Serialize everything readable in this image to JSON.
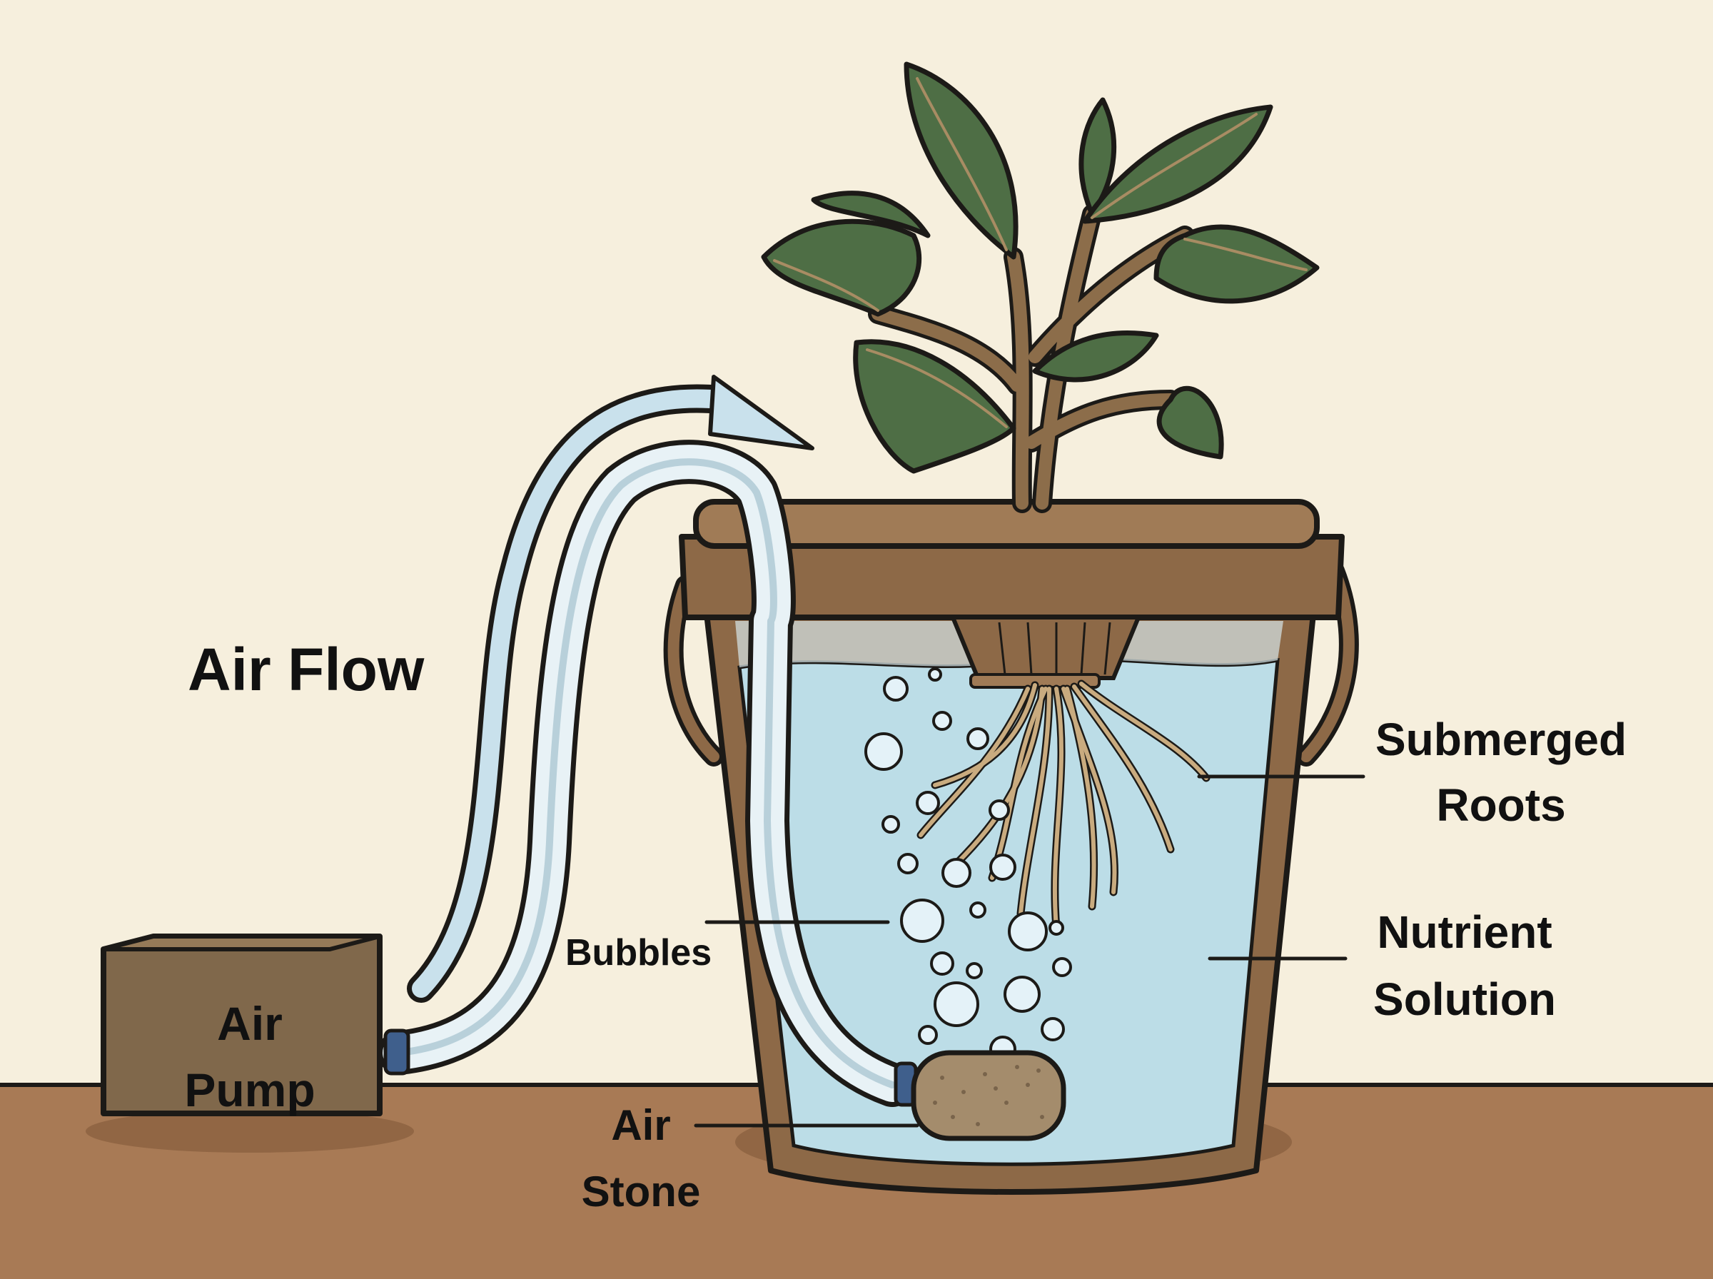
{
  "colors": {
    "background": "#f6efdd",
    "ground": "#a87a55",
    "outline": "#1c1a17",
    "bucket": "#8d6947",
    "bucket_light": "#a07b56",
    "water": "#bcdde7",
    "tube": "#e8f2f6",
    "tube_edge": "#7fa6b8",
    "arrow": "#c9e1ec",
    "leaf": "#4e6e45",
    "leaf_vein": "#a88c63",
    "stem": "#8c6d4a",
    "root": "#c9ab7f",
    "pump": "#80684b",
    "connector": "#3f5f8c",
    "stone": "#a48c6c",
    "bubble": "#e4f2f8"
  },
  "labels": {
    "air_flow": "Air Flow",
    "air_pump_line1": "Air",
    "air_pump_line2": "Pump",
    "bubbles": "Bubbles",
    "air_stone_line1": "Air",
    "air_stone_line2": "Stone",
    "submerged_roots_line1": "Submerged",
    "submerged_roots_line2": "Roots",
    "nutrient_solution_line1": "Nutrient",
    "nutrient_solution_line2": "Solution"
  },
  "icons": {
    "plant": "plant-icon",
    "bucket": "bucket-icon",
    "air_pump": "air-pump-icon",
    "air_stone": "air-stone-icon",
    "air_tube": "air-tube-icon",
    "flow_arrow": "curved-arrow-icon",
    "bubble": "bubble-icon",
    "roots": "roots-icon"
  }
}
